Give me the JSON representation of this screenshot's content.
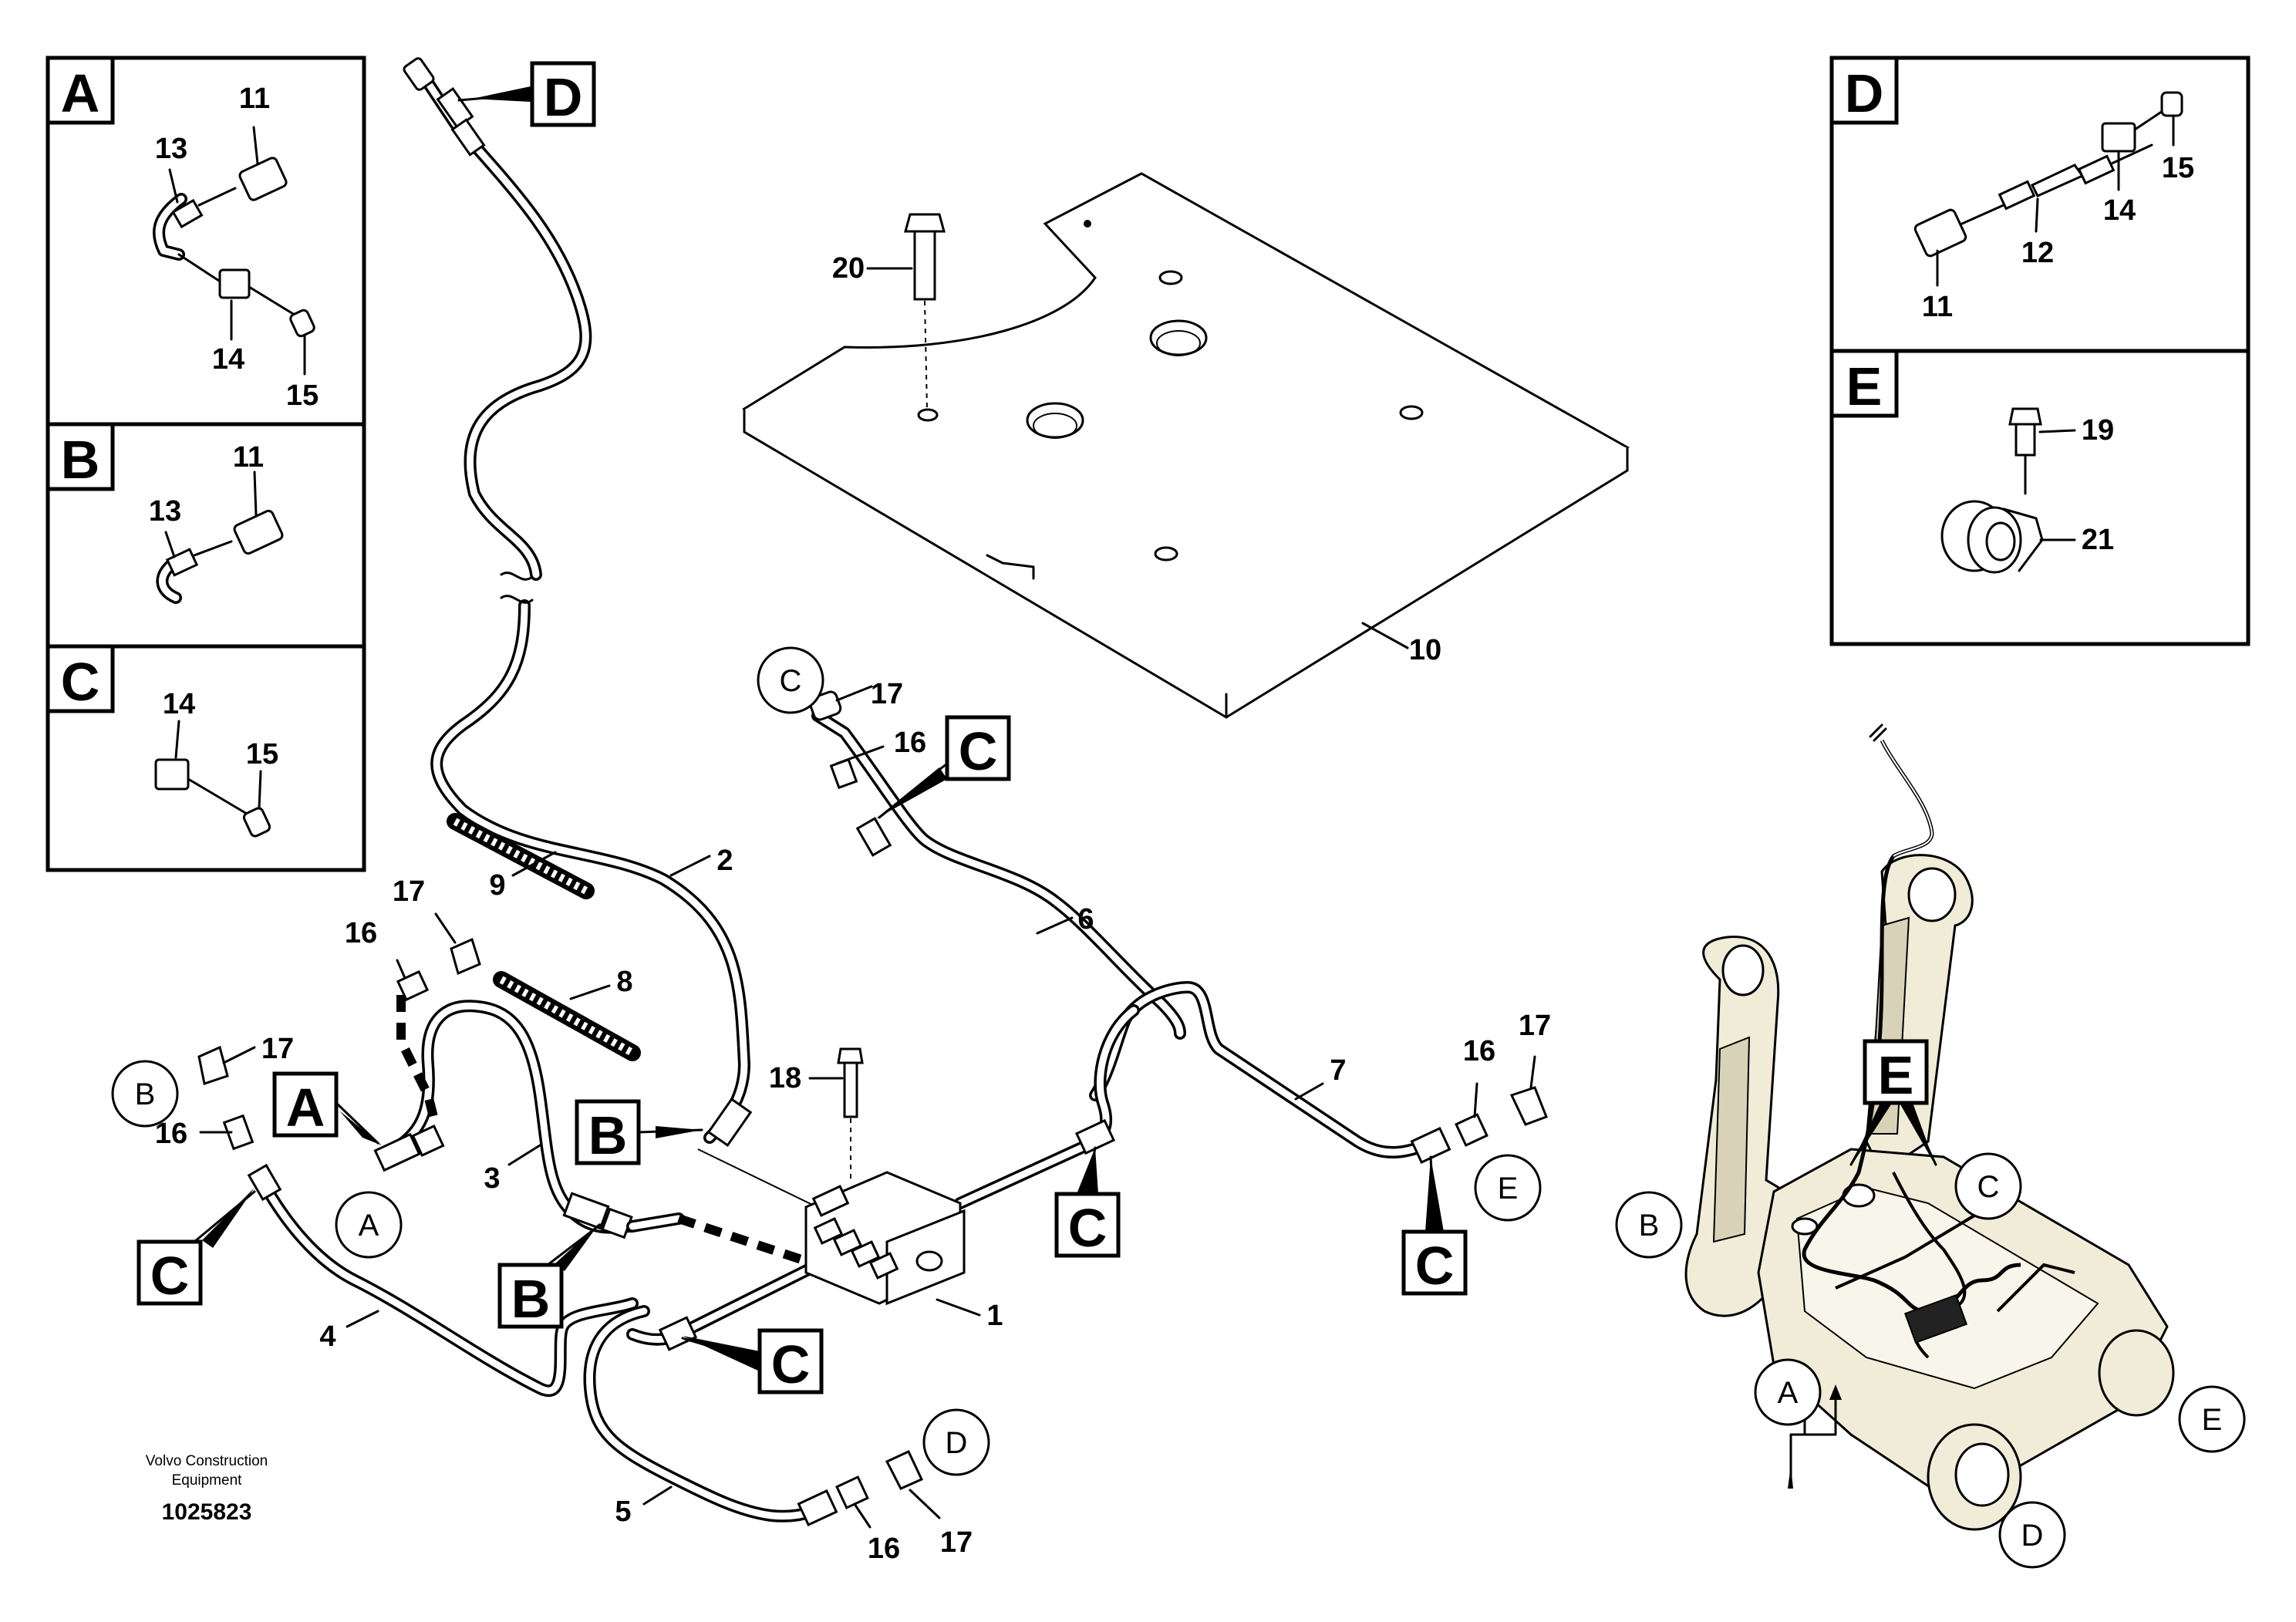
{
  "inset_panels": [
    {
      "letter": "A",
      "labels": [
        "11",
        "13",
        "14",
        "15"
      ]
    },
    {
      "letter": "B",
      "labels": [
        "11",
        "13"
      ]
    },
    {
      "letter": "C",
      "labels": [
        "14",
        "15"
      ]
    },
    {
      "letter": "D",
      "labels": [
        "15",
        "14",
        "12",
        "11"
      ]
    },
    {
      "letter": "E",
      "labels": [
        "19",
        "21"
      ]
    }
  ],
  "view_tags": {
    "D_top": "D",
    "A": "A",
    "B_mid": "B",
    "B_low": "B",
    "C_left": "C",
    "C_top": "C",
    "C_mid": "C",
    "C_low": "C",
    "C_right": "C",
    "E_machine": "E"
  },
  "circle_refs": {
    "B_left": "B",
    "A_left": "A",
    "C_top": "C",
    "E_right": "E",
    "D_bottom": "D",
    "B_machine": "B",
    "C_machine": "C",
    "A_machine": "A",
    "E_machine": "E",
    "D_machine": "D"
  },
  "part_numbers": {
    "p1": "1",
    "p2": "2",
    "p3": "3",
    "p4": "4",
    "p5": "5",
    "p6": "6",
    "p7": "7",
    "p8": "8",
    "p9": "9",
    "p10": "10",
    "p16a": "16",
    "p17a": "17",
    "p16b": "16",
    "p17b": "17",
    "p16c": "16",
    "p17c": "17",
    "p16d": "16",
    "p17d": "17",
    "p16e": "16",
    "p17e": "17",
    "p18": "18",
    "p20": "20"
  },
  "caption": {
    "line1": "Volvo Construction",
    "line2": "Equipment",
    "number": "1025823"
  }
}
